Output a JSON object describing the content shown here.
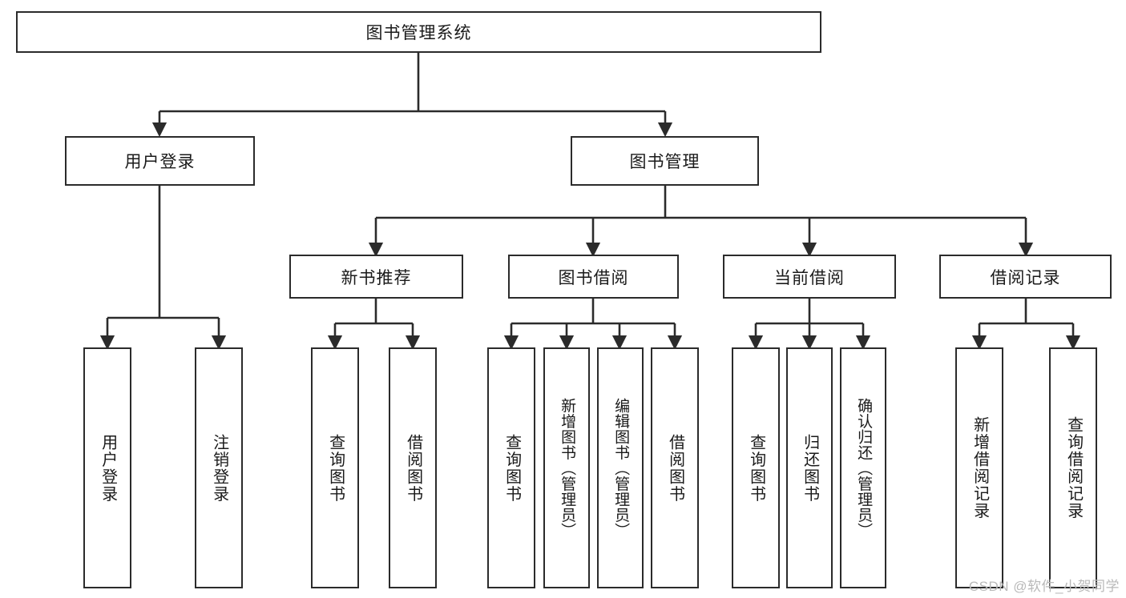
{
  "diagram": {
    "type": "tree-hierarchy",
    "title": "图书管理系统",
    "watermark": "CSDN @软件_小贺同学",
    "colors": {
      "box_border": "#2b2b2b",
      "box_fill": "#ffffff",
      "edge": "#2b2b2b",
      "text": "#1a1a1a",
      "watermark": "#b9b9b9"
    },
    "nodes": {
      "root": {
        "label": "图书管理系统",
        "orientation": "horizontal"
      },
      "level2": [
        {
          "id": "user-login",
          "label": "用户登录",
          "orientation": "horizontal"
        },
        {
          "id": "book-manage",
          "label": "图书管理",
          "orientation": "horizontal"
        }
      ],
      "level3": [
        {
          "id": "new-book-recommend",
          "label": "新书推荐",
          "orientation": "horizontal"
        },
        {
          "id": "book-borrow",
          "label": "图书借阅",
          "orientation": "horizontal"
        },
        {
          "id": "current-borrow",
          "label": "当前借阅",
          "orientation": "horizontal"
        },
        {
          "id": "borrow-record",
          "label": "借阅记录",
          "orientation": "horizontal"
        }
      ],
      "leaves": [
        {
          "id": "leaf-user-login",
          "label": "用户登录",
          "orientation": "vertical",
          "parent": "user-login"
        },
        {
          "id": "leaf-user-logout",
          "label": "注销登录",
          "orientation": "vertical",
          "parent": "user-login"
        },
        {
          "id": "leaf-query-book-1",
          "label": "查询图书",
          "orientation": "vertical",
          "parent": "new-book-recommend"
        },
        {
          "id": "leaf-borrow-book-1",
          "label": "借阅图书",
          "orientation": "vertical",
          "parent": "new-book-recommend"
        },
        {
          "id": "leaf-query-book-2",
          "label": "查询图书",
          "orientation": "vertical",
          "parent": "book-borrow"
        },
        {
          "id": "leaf-add-book",
          "label": "新增图书（管理员）",
          "orientation": "vertical",
          "parent": "book-borrow"
        },
        {
          "id": "leaf-edit-book",
          "label": "编辑图书（管理员）",
          "orientation": "vertical",
          "parent": "book-borrow"
        },
        {
          "id": "leaf-borrow-book-2",
          "label": "借阅图书",
          "orientation": "vertical",
          "parent": "book-borrow"
        },
        {
          "id": "leaf-query-book-3",
          "label": "查询图书",
          "orientation": "vertical",
          "parent": "current-borrow"
        },
        {
          "id": "leaf-return-book",
          "label": "归还图书",
          "orientation": "vertical",
          "parent": "current-borrow"
        },
        {
          "id": "leaf-confirm-return",
          "label": "确认归还（管理员）",
          "orientation": "vertical",
          "parent": "current-borrow"
        },
        {
          "id": "leaf-add-record",
          "label": "新增借阅记录",
          "orientation": "vertical",
          "parent": "borrow-record"
        },
        {
          "id": "leaf-query-record",
          "label": "查询借阅记录",
          "orientation": "vertical",
          "parent": "borrow-record"
        }
      ]
    }
  }
}
